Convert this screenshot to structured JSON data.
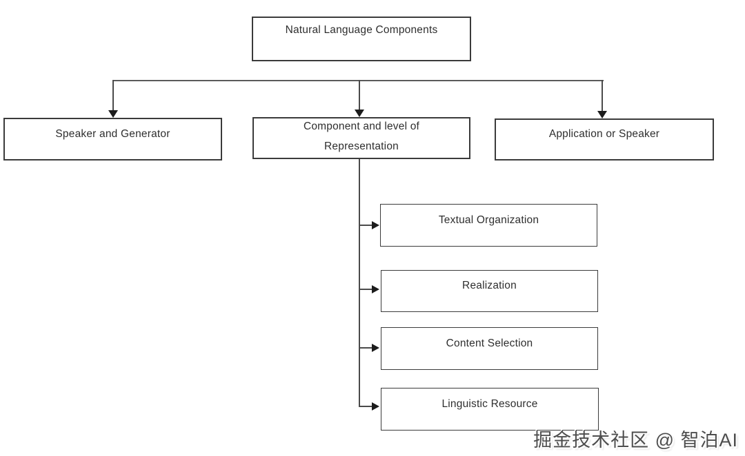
{
  "diagram": {
    "type": "tree-flowchart",
    "background_color": "#ffffff",
    "box_border_color": "#3a3a3a",
    "line_color": "#4a4a4a",
    "text_color": "#2e2e2e",
    "nodes": {
      "root": {
        "label": "Natural Language Components"
      },
      "speaker_generator": {
        "label": "Speaker and Generator"
      },
      "component_level": {
        "label": "Component and level of\nRepresentation"
      },
      "application_speaker": {
        "label": "Application or Speaker"
      },
      "textual_organization": {
        "label": "Textual Organization"
      },
      "realization": {
        "label": "Realization"
      },
      "content_selection": {
        "label": "Content Selection"
      },
      "linguistic_resource": {
        "label": "Linguistic Resource"
      }
    },
    "edges": [
      {
        "from": "root",
        "to": "speaker_generator",
        "style": "elbow-arrow-down"
      },
      {
        "from": "root",
        "to": "component_level",
        "style": "elbow-arrow-down"
      },
      {
        "from": "root",
        "to": "application_speaker",
        "style": "elbow-arrow-down"
      },
      {
        "from": "component_level",
        "to": "textual_organization",
        "style": "trunk-arrow-right"
      },
      {
        "from": "component_level",
        "to": "realization",
        "style": "trunk-arrow-right"
      },
      {
        "from": "component_level",
        "to": "content_selection",
        "style": "trunk-arrow-right"
      },
      {
        "from": "component_level",
        "to": "linguistic_resource",
        "style": "trunk-arrow-right"
      }
    ]
  },
  "watermark": {
    "text": "掘金技术社区 @ 智泊AI",
    "color": "#4d4d4d"
  }
}
